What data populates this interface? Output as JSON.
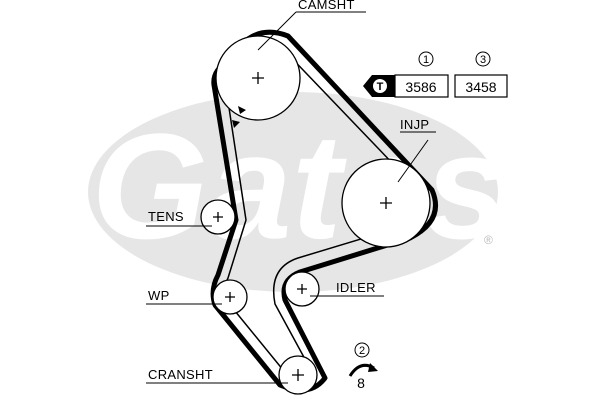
{
  "labels": {
    "camshaft": "CAMSHT",
    "injection_pump": "INJP",
    "tensioner": "TENS",
    "water_pump": "WP",
    "idler": "IDLER",
    "crankshaft": "CRANSHT"
  },
  "specs": {
    "spec1_marker": "1",
    "spec1_value": "3586",
    "spec2_marker": "2",
    "spec2_value": "8",
    "spec3_marker": "3",
    "spec3_value": "3458",
    "tool_badge": "T"
  },
  "watermark": {
    "brand": "Gates",
    "registered_mark": "®"
  }
}
